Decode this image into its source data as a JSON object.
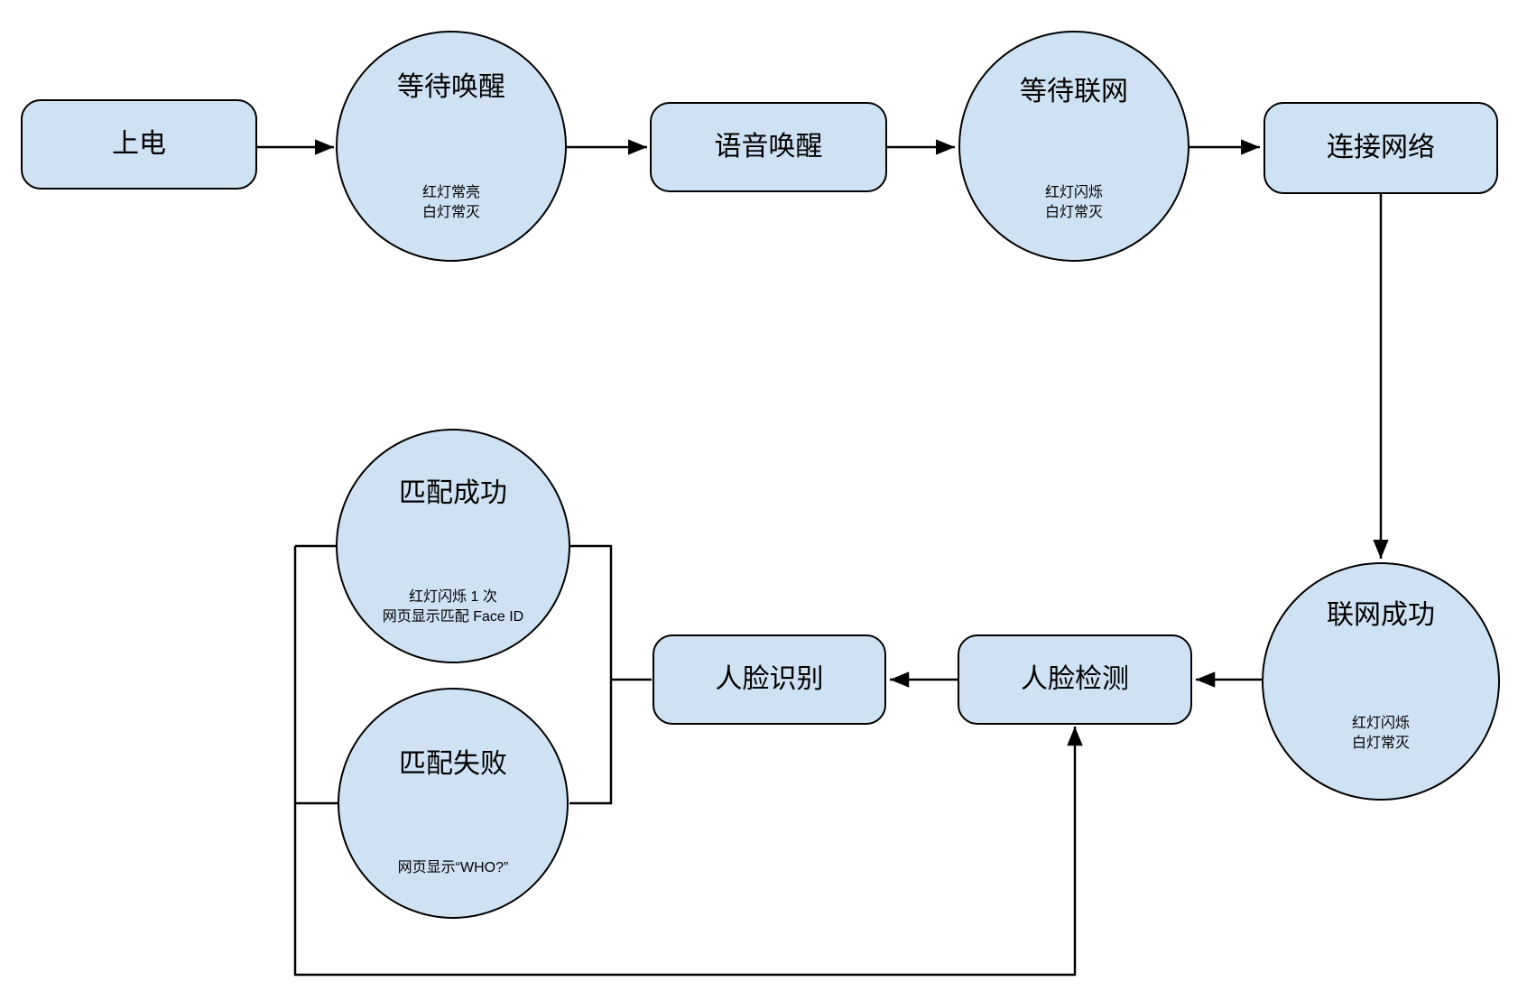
{
  "diagram": {
    "title": "device-wake-and-face-recognition-flow",
    "colors": {
      "node_fill": "#cfe2f3",
      "node_border": "#000000",
      "line_color": "#000000",
      "background": "#ffffff",
      "text_color": "#000000"
    },
    "nodes": {
      "power_on": {
        "label": "上电"
      },
      "wait_wake": {
        "label": "等待唤醒",
        "status": [
          "红灯常亮",
          "白灯常灭"
        ]
      },
      "voice_wake": {
        "label": "语音唤醒"
      },
      "wait_network": {
        "label": "等待联网",
        "status": [
          "红灯闪烁",
          "白灯常灭"
        ]
      },
      "connect_network": {
        "label": "连接网络"
      },
      "network_success": {
        "label": "联网成功",
        "status": [
          "红灯闪烁",
          "白灯常灭"
        ]
      },
      "face_detect": {
        "label": "人脸检测"
      },
      "face_recognize": {
        "label": "人脸识别"
      },
      "match_success": {
        "label": "匹配成功",
        "status": [
          "红灯闪烁 1 次",
          "网页显示匹配 Face ID"
        ]
      },
      "match_fail": {
        "label": "匹配失败",
        "status": [
          "网页显示“WHO?”"
        ]
      }
    },
    "edges": [
      {
        "from": "power_on",
        "to": "wait_wake",
        "arrow": true
      },
      {
        "from": "wait_wake",
        "to": "voice_wake",
        "arrow": true
      },
      {
        "from": "voice_wake",
        "to": "wait_network",
        "arrow": true
      },
      {
        "from": "wait_network",
        "to": "connect_network",
        "arrow": true
      },
      {
        "from": "connect_network",
        "to": "network_success",
        "arrow": true
      },
      {
        "from": "network_success",
        "to": "face_detect",
        "arrow": true
      },
      {
        "from": "face_detect",
        "to": "face_recognize",
        "arrow": true
      },
      {
        "from": "face_recognize",
        "to": "match_success",
        "arrow": false
      },
      {
        "from": "face_recognize",
        "to": "match_fail",
        "arrow": false
      },
      {
        "from": "match_success",
        "to": "face_detect",
        "arrow": true
      },
      {
        "from": "match_fail",
        "to": "face_detect",
        "arrow": true
      }
    ]
  }
}
